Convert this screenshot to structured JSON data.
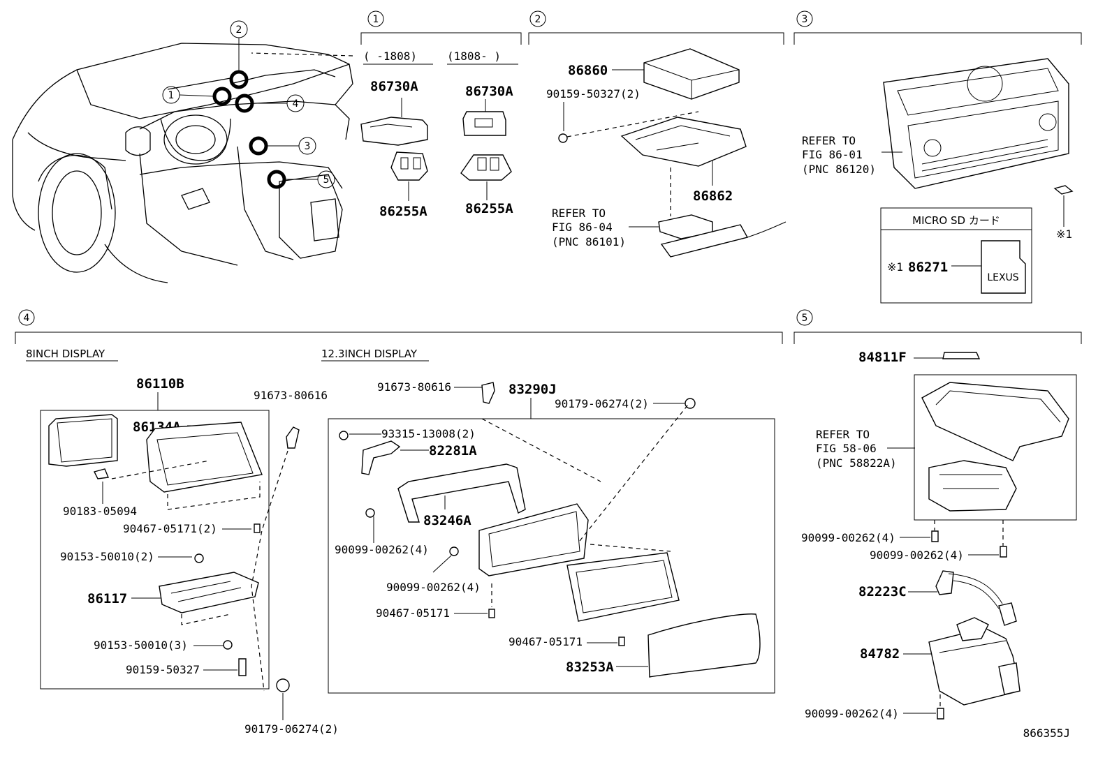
{
  "figure_id": "866355J",
  "callout_numbers": [
    "1",
    "2",
    "3",
    "4",
    "5"
  ],
  "overview": {
    "callouts": [
      "1",
      "2",
      "3",
      "4",
      "5"
    ]
  },
  "sections": {
    "s1": {
      "num": "1",
      "range_before": "(   -1808)",
      "range_after": "(1808-   )",
      "parts": [
        "86730A",
        "86255A",
        "86730A",
        "86255A"
      ]
    },
    "s2": {
      "num": "2",
      "parts": {
        "p1": "86860",
        "p2": "90159-50327(2)",
        "p3": "86862"
      },
      "refer": [
        "REFER TO",
        "FIG 86-04",
        "(PNC 86101)"
      ]
    },
    "s3": {
      "num": "3",
      "refer": [
        "REFER TO",
        "FIG 86-01",
        "(PNC 86120)"
      ],
      "note_mark": "※1",
      "sd_box_title": "MICRO SD カード",
      "sd_part_mark": "※1",
      "sd_part": "86271",
      "card_logo": "LEXUS"
    },
    "s4": {
      "num": "4",
      "heading_8": "8INCH DISPLAY",
      "heading_12": "12.3INCH DISPLAY",
      "d8": {
        "p86110B": "86110B",
        "p86134A": "86134A",
        "p90183": "90183-05094",
        "p90467": "90467-05171(2)",
        "p90153a": "90153-50010(2)",
        "p86117": "86117",
        "p90153b": "90153-50010(3)",
        "p90159": "90159-50327",
        "p91673": "91673-80616",
        "p90179": "90179-06274(2)"
      },
      "d12": {
        "p91673": "91673-80616",
        "p83290J": "83290J",
        "p90179": "90179-06274(2)",
        "p93315": "93315-13008(2)",
        "p82281A": "82281A",
        "p83246A": "83246A",
        "p90099a": "90099-00262(4)",
        "p90099b": "90099-00262(4)",
        "p90467a": "90467-05171",
        "p90467b": "90467-05171",
        "p83253A": "83253A"
      }
    },
    "s5": {
      "num": "5",
      "p84811F": "84811F",
      "refer": [
        "REFER TO",
        "FIG 58-06",
        "(PNC 58822A)"
      ],
      "p90099a": "90099-00262(4)",
      "p90099b": "90099-00262(4)",
      "p82223C": "82223C",
      "p84782": "84782",
      "p90099c": "90099-00262(4)"
    }
  }
}
